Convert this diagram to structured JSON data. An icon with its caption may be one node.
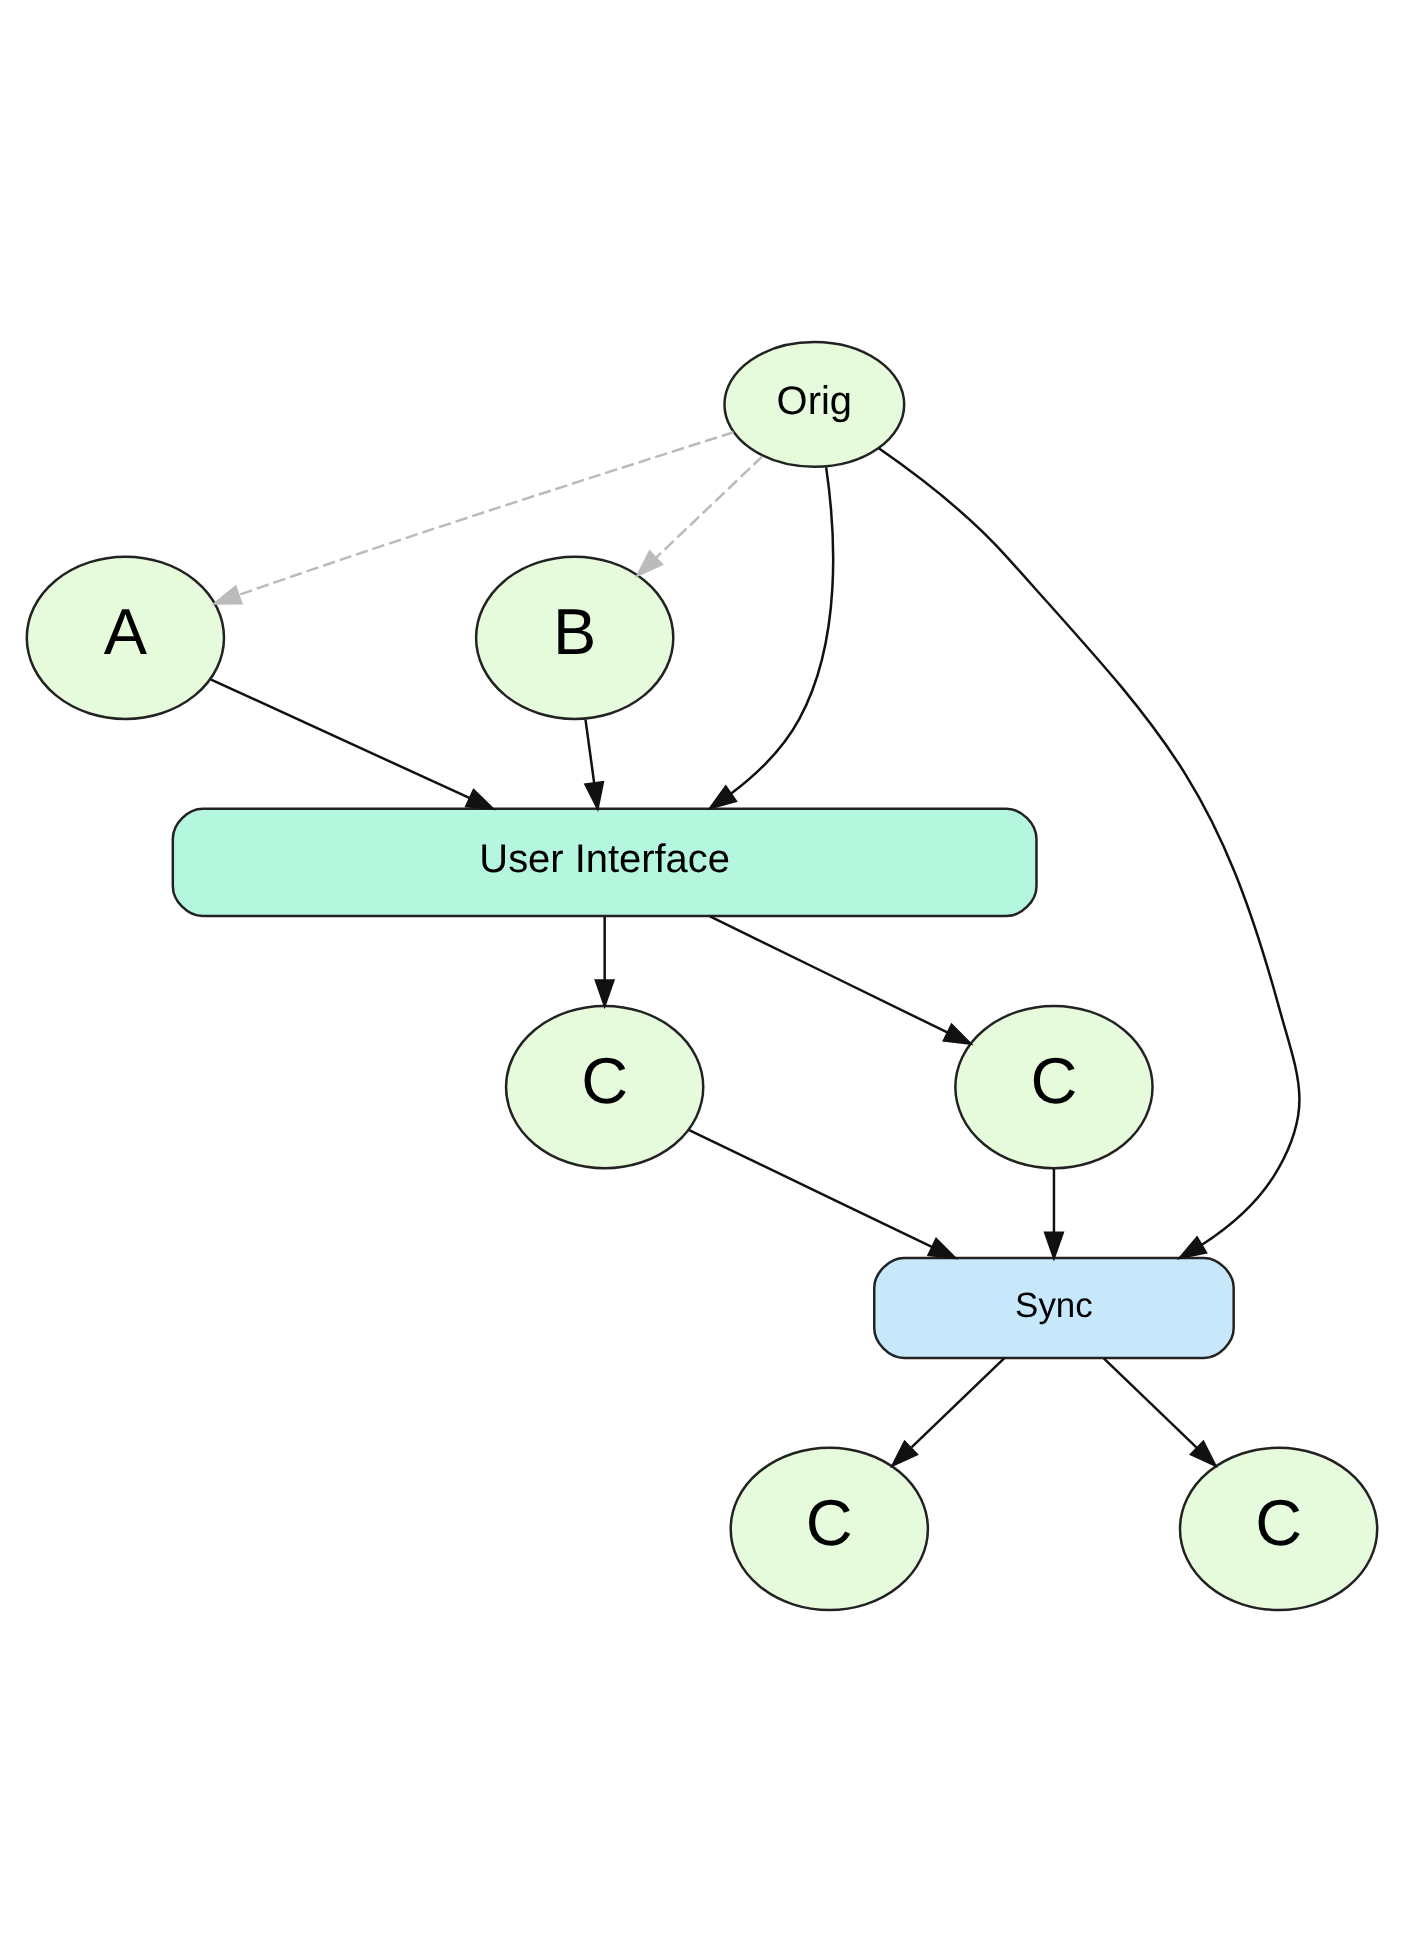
{
  "diagram": {
    "nodes": [
      {
        "text": [
          "Orig"
        ]
      },
      {
        "text": [
          "A"
        ]
      },
      {
        "text": [
          "B"
        ]
      },
      {
        "text": [
          "User Interface"
        ]
      },
      {
        "text": [
          "C"
        ]
      },
      {
        "text": [
          "C"
        ]
      },
      {
        "text": [
          "Sync"
        ]
      },
      {
        "text": [
          "C"
        ]
      },
      {
        "text": [
          "C"
        ]
      }
    ],
    "edges": [
      {
        "from": 0,
        "to": 1,
        "arrow": "to",
        "style": "dashed",
        "color": "#bbbbbb"
      },
      {
        "from": 0,
        "to": 2,
        "arrow": "to",
        "style": "dashed",
        "color": "#bbbbbb"
      },
      {
        "from": 1,
        "to": 3,
        "arrow": "to"
      },
      {
        "from": 0,
        "to": 3,
        "arrow": "to"
      },
      {
        "from": 0,
        "to": 6,
        "arrow": "to"
      },
      {
        "from": 2,
        "to": 3,
        "arrow": "to"
      },
      {
        "from": 3,
        "to": 4,
        "arrow": "to"
      },
      {
        "from": 3,
        "to": 5,
        "arrow": "to"
      },
      {
        "from": 4,
        "to": 6,
        "arrow": "to"
      },
      {
        "from": 5,
        "to": 6,
        "arrow": "to"
      },
      {
        "from": 6,
        "to": 7,
        "arrow": "to"
      },
      {
        "from": 6,
        "to": 8,
        "arrow": "to"
      }
    ]
  }
}
